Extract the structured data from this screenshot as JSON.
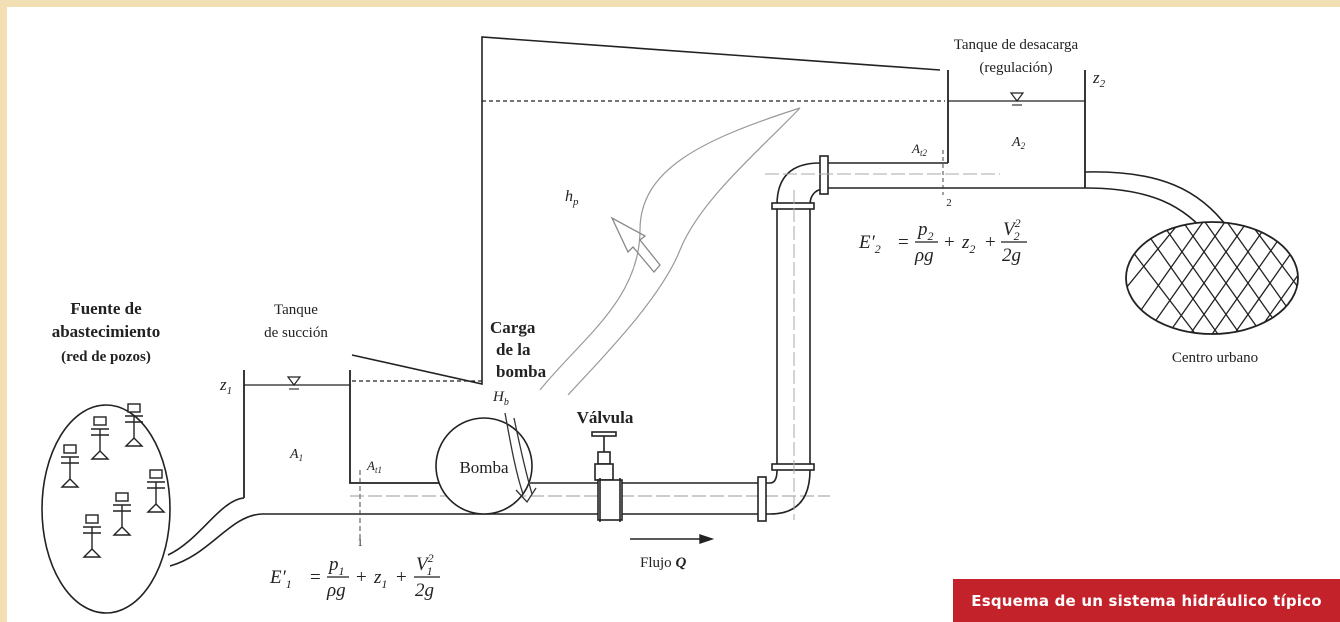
{
  "labels": {
    "source_line1": "Fuente de",
    "source_line2": "abastecimiento",
    "source_line3": "(red de pozos)",
    "suction_line1": "Tanque",
    "suction_line2": "de succión",
    "discharge_line1": "Tanque de desacarga",
    "discharge_line2": "(regulación)",
    "urban": "Centro urbano",
    "pump": "Bomba",
    "pump_head_line1": "Carga",
    "pump_head_line2": "de la",
    "pump_head_line3": "bomba",
    "valve": "Válvula",
    "flow": "Flujo",
    "flow_symbol": "Q",
    "hp_symbol": "h",
    "hp_sub": "p",
    "hb_symbol": "H",
    "hb_sub": "b",
    "z1": "z",
    "z1_sub": "1",
    "z2": "z",
    "z2_sub": "2",
    "a1": "A",
    "a1_sub": "1",
    "a2": "A",
    "a2_sub": "2",
    "at1": "A",
    "at1_sub": "t1",
    "at2": "A",
    "at2_sub": "t2",
    "section1": "1",
    "section2": "2"
  },
  "equations": {
    "e1_lhs": "E′",
    "e1_lhs_sub": "1",
    "e1_eq": "=",
    "e1_p": "p",
    "e1_p_sub": "1",
    "e1_den1": "ρg",
    "e1_plus1": "+",
    "e1_z": "z",
    "e1_z_sub": "1",
    "e1_plus2": "+",
    "e1_v": "V",
    "e1_v_sub": "1",
    "e1_v_sup": "2",
    "e1_den2": "2g",
    "e2_lhs": "E′",
    "e2_lhs_sub": "2",
    "e2_eq": "=",
    "e2_p": "p",
    "e2_p_sub": "2",
    "e2_den1": "ρg",
    "e2_plus1": "+",
    "e2_z": "z",
    "e2_z_sub": "2",
    "e2_plus2": "+",
    "e2_v": "V",
    "e2_v_sub": "2",
    "e2_v_sup": "2",
    "e2_den2": "2g"
  },
  "caption": "Esquema de un sistema hidráulico típico",
  "colors": {
    "border": "#f3dfb4",
    "caption_bg": "#c4222a",
    "caption_text": "#ffffff",
    "line": "#222222"
  }
}
